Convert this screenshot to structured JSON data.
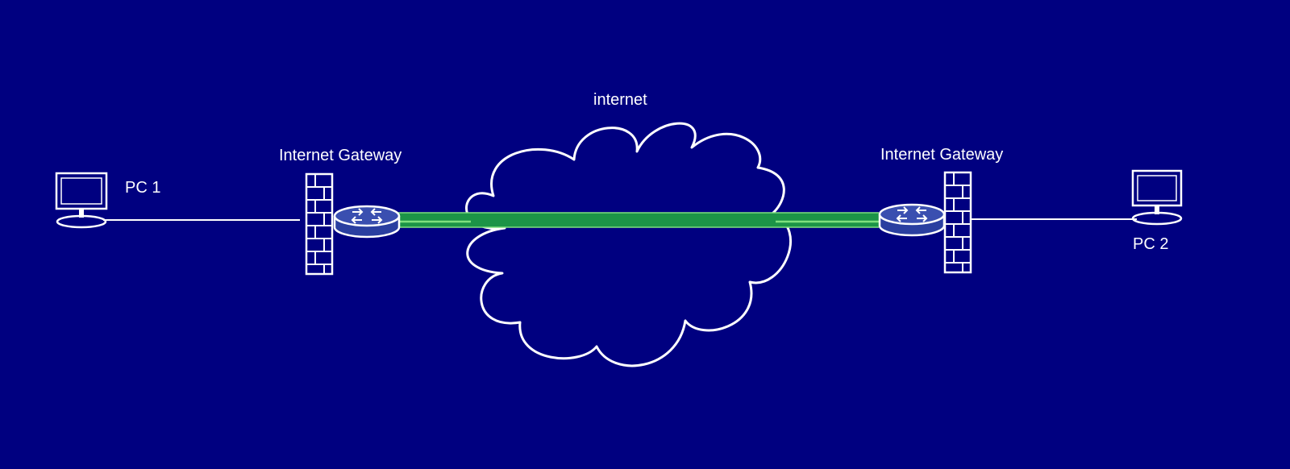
{
  "colors": {
    "background": "#000080",
    "stroke": "#ffffff",
    "tunnel": "#1c9447",
    "tunnel_highlight": "#7ee07e",
    "router_top": "#3a4fb0",
    "router_side": "#2a3fa0"
  },
  "labels": {
    "pc1": "PC 1",
    "pc2": "PC 2",
    "gateway_left": "Internet Gateway",
    "gateway_right": "Internet Gateway",
    "cloud": "internet"
  },
  "icons": {
    "pc1": "monitor-icon",
    "pc2": "monitor-icon",
    "firewall_left": "firewall-icon",
    "firewall_right": "firewall-icon",
    "router_left": "router-icon",
    "router_right": "router-icon",
    "cloud": "cloud-icon"
  }
}
